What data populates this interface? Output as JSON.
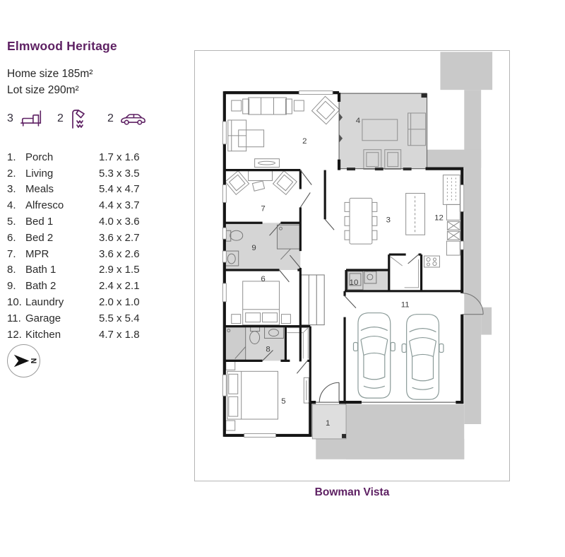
{
  "header": {
    "title": "Elmwood Heritage",
    "home_size": "Home size 185m²",
    "lot_size": "Lot size 290m²"
  },
  "stats": {
    "beds": "3",
    "baths": "2",
    "cars": "2"
  },
  "legend": [
    {
      "num": "1.",
      "name": "Porch",
      "dims": "1.7 x 1.6"
    },
    {
      "num": "2.",
      "name": "Living",
      "dims": "5.3 x 3.5"
    },
    {
      "num": "3.",
      "name": "Meals",
      "dims": "5.4 x 4.7"
    },
    {
      "num": "4.",
      "name": "Alfresco",
      "dims": "4.4 x 3.7"
    },
    {
      "num": "5.",
      "name": "Bed 1",
      "dims": "4.0 x 3.6"
    },
    {
      "num": "6.",
      "name": "Bed 2",
      "dims": "3.6 x 2.7"
    },
    {
      "num": "7.",
      "name": "MPR",
      "dims": "3.6 x 2.6"
    },
    {
      "num": "8.",
      "name": "Bath 1",
      "dims": "2.9 x 1.5"
    },
    {
      "num": "9.",
      "name": "Bath 2",
      "dims": "2.4 x 2.1"
    },
    {
      "num": "10.",
      "name": "Laundry",
      "dims": "2.0 x 1.0"
    },
    {
      "num": "11.",
      "name": "Garage",
      "dims": "5.5 x 5.4"
    },
    {
      "num": "12.",
      "name": "Kitchen",
      "dims": "4.7 x 1.8"
    }
  ],
  "plan": {
    "street": "Bowman Vista",
    "north": "N",
    "labels": [
      "1",
      "2",
      "3",
      "4",
      "5",
      "6",
      "7",
      "8",
      "9",
      "10",
      "11",
      "12"
    ]
  },
  "colors": {
    "accent": "#5e2163",
    "ink": "#2b2b2b",
    "wall": "#161616",
    "path": "#c9c9c9",
    "alfresco": "#d7d7d7",
    "wet": "#d5d5d5",
    "porch": "#dedede"
  }
}
